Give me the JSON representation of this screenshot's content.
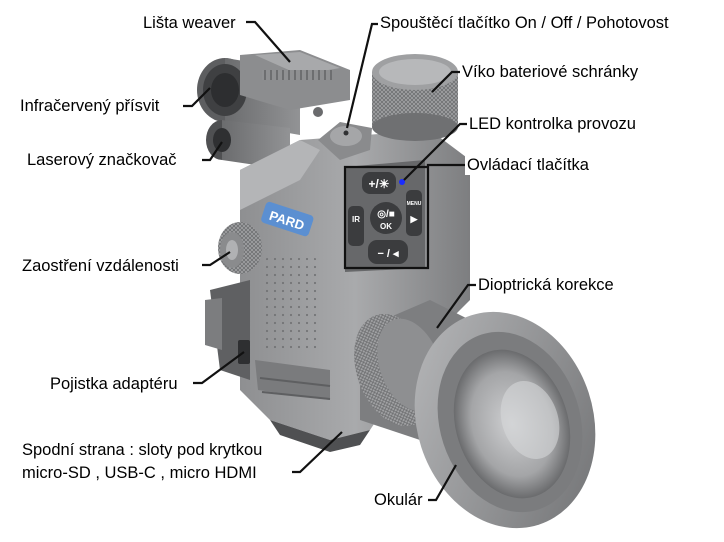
{
  "labels": {
    "weaver_rail": "Lišta weaver",
    "ir_illuminator": "Infračervený přísvit",
    "laser_marker": "Laserový značkovač",
    "focus_distance": "Zaostření vzdálenosti",
    "adapter_lock": "Pojistka adaptéru",
    "bottom_side_line1": "Spodní strana : sloty pod krytkou",
    "bottom_side_line2": "micro-SD , USB-C , micro HDMI",
    "power_button": "Spouštěcí tlačítko On / Off / Pohotovost",
    "battery_cap": "Víko bateriové schránky",
    "led_indicator": "LED kontrolka provozu",
    "control_buttons": "Ovládací tlačítka",
    "diopter": "Dioptrická korekce",
    "eyepiece": "Okulár"
  },
  "device": {
    "brand_logo": "PARD",
    "buttons": {
      "plus_ir": "+/☀",
      "ir": "IR",
      "photo_ok": "◎/■",
      "ok": "OK",
      "minus": "− / ◂",
      "menu": "MENU",
      "play": "▶"
    }
  },
  "colors": {
    "leader_line": "#111111",
    "body_light": "#9b9c9e",
    "body_mid": "#7a7b7d",
    "body_dark": "#4a4b4d",
    "led": "#1a2cff",
    "logo_bg": "#5b8fd1"
  }
}
